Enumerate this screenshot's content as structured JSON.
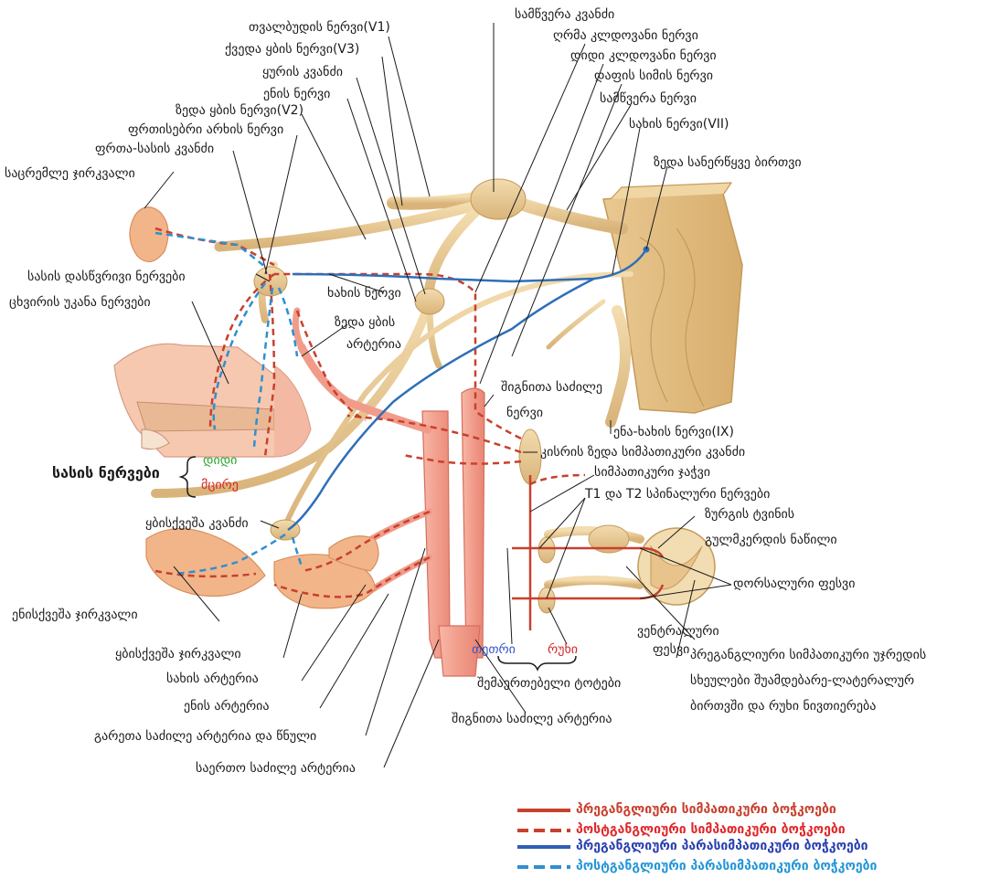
{
  "labels": {
    "ophthalmic_nerve": "თვალბუდის ნერვი(V1)",
    "mandibular_nerve": "ქვედა ყბის ნერვი(V3)",
    "otic_ganglion": "ყურის კვანძი",
    "lingual_nerve": "ენის ნერვი",
    "maxillary_nerve": "ზედა ყბის ნერვი(V2)",
    "pterygoid_canal_nerve": "ფრთისებრი არხის ნერვი",
    "pterygopalatine_ganglion": "ფრთა-სასის კვანძი",
    "lacrimal_gland": "საცრემლე ჯირკვალი",
    "trigeminal_ganglion": "სამწვერა კვანძი",
    "deep_petrosal_nerve": "ღრმა კლდოვანი ნერვი",
    "greater_petrosal_nerve": "დიდი კლდოვანი ნერვი",
    "chorda_tympani": "დაფის სიმის ნერვი",
    "trigeminal_nerve": "სამწვერა ნერვი",
    "facial_nerve": "სახის ნერვი(VII)",
    "superior_salivatory_nucleus": "ზედა სანერწყვე ბირთვი",
    "nasopalatine_nerves": "სასის დასწვრივი ნერვები",
    "posterior_nasal_nerves": "ცხვირის უკანა ნერვები",
    "glossopharyngeal_nerve_near": "ხახის ნერვი",
    "maxillary_artery_1": "ზედა ყბის",
    "maxillary_artery_2": "არტერია",
    "internal_carotid_nerve_1": "შიგნითა საძილე",
    "internal_carotid_nerve_2": "ნერვი",
    "glossopharyngeal_nerve": "ენა-ხახის ნერვი(IX)",
    "superior_cervical_ganglion": "კისრის ზედა სიმპათიკური კვანძი",
    "sympathetic_trunk": "სიმპათიკური ჯაჭვი",
    "t1_t2_nerves": "T1 და T2 სპინალური ნერვები",
    "palatine_nerves": "სასის ნერვები",
    "greater": "დიდი",
    "lesser": "მცირე",
    "submandibular_ganglion": "ყბისქვეშა კვანძი",
    "spinal_cord_1": "ზურგის ტვინის",
    "spinal_cord_2": "გულმკერდის ნაწილი",
    "dorsal_root": "დორსალური ფესვი",
    "sublingual_gland": "ენისქვეშა ჯირკვალი",
    "submandibular_gland": "ყბისქვეშა ჯირკვალი",
    "ventral_root_1": "ვენტრალური",
    "ventral_root_2": "ფესვი",
    "preganglionic_cells_1": "პრეგანგლიური სიმპათიკური უჯრედის",
    "preganglionic_cells_2": "სხეულები შუამდებარე-ლატერალურ",
    "preganglionic_cells_3": "ბირთვში და რუხი ნივთიერება",
    "white": "თეთრი",
    "gray": "რუხი",
    "rami_communicantes": "შემაერთებელი ტოტები",
    "facial_artery": "სახის არტერია",
    "lingual_artery": "ენის არტერია",
    "internal_carotid_artery": "შიგნითა საძილე არტერია",
    "external_carotid_artery": "გარეთა საძილე არტერია და წნული",
    "common_carotid_artery": "საერთო საძილე არტერია"
  },
  "legend": [
    {
      "label": "პრეგანგლიური სიმპათიკური ბოჭკოები",
      "color": "#c8402e",
      "text_color": "#c8402e",
      "style": "solid"
    },
    {
      "label": "პოსტგანგლიური სიმპათიკური ბოჭკოები",
      "color": "#c8402e",
      "text_color": "#e0272a",
      "style": "dashed"
    },
    {
      "label": "პრეგანგლიური პარასიმპათიკური ბოჭკოები",
      "color": "#2f5fb3",
      "text_color": "#2a3fb0",
      "style": "solid"
    },
    {
      "label": "პოსტგანგლიური პარასიმპათიკური ბოჭკოები",
      "color": "#2f8fd0",
      "text_color": "#2496d6",
      "style": "dashed"
    }
  ],
  "colors": {
    "nerve": "#e8c990",
    "nerve_edge": "#c9a261",
    "artery": "#f3a596",
    "artery_edge": "#d66e5f",
    "sympathetic": "#c8402e",
    "parasympathetic": "#2f7fc0",
    "gland": "#f2b58a"
  }
}
